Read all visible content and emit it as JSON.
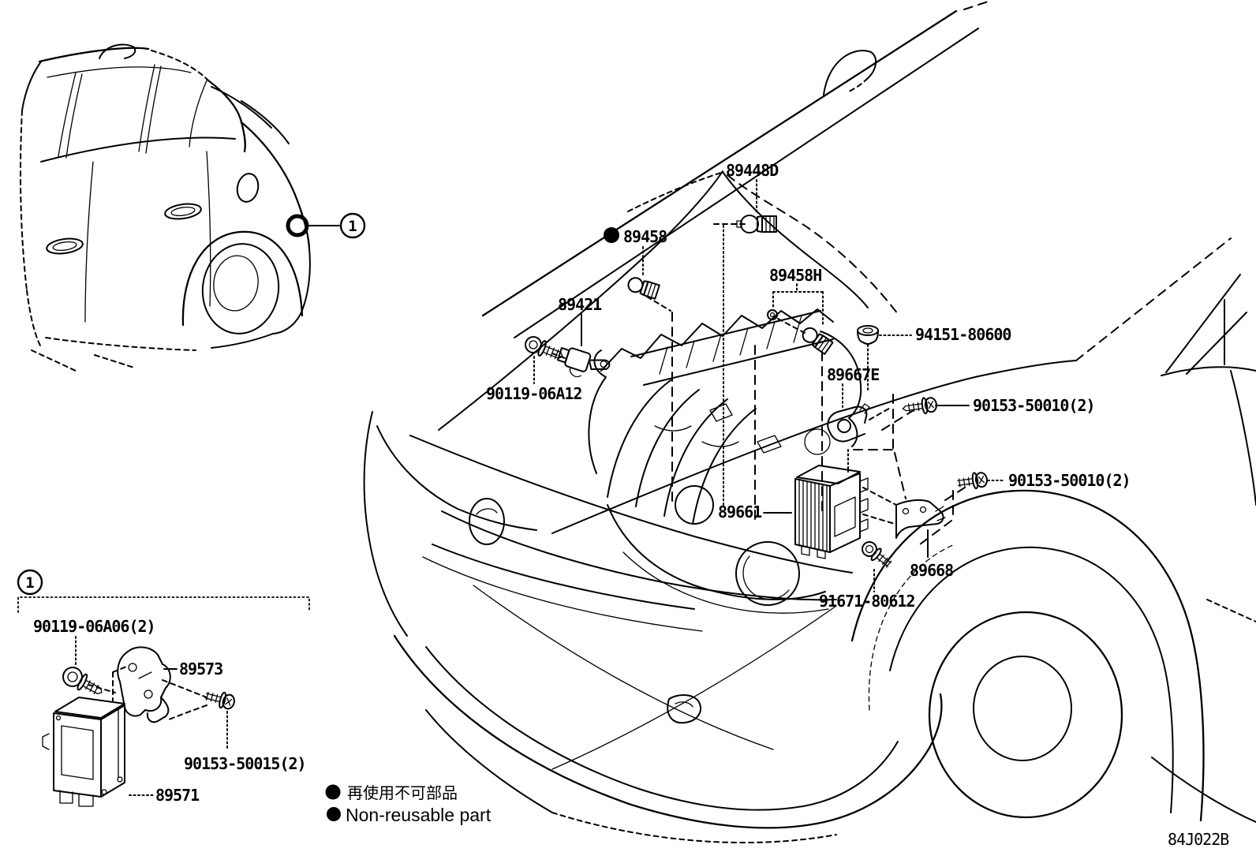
{
  "colors": {
    "line": "#000000",
    "background": "#ffffff"
  },
  "figure": {
    "code": "84J022B"
  },
  "callouts": {
    "detail_ref": "1"
  },
  "legend": {
    "non_reusable_jp": "再使用不可部品",
    "non_reusable_en": "Non-reusable part"
  },
  "parts": [
    {
      "number": "89448D"
    },
    {
      "number": "89458",
      "non_reusable": true
    },
    {
      "number": "89458H"
    },
    {
      "number": "89421"
    },
    {
      "number": "90119-06A12"
    },
    {
      "number": "94151-80600"
    },
    {
      "number": "89667E"
    },
    {
      "number": "90153-50010(2)"
    },
    {
      "number": "90153-50010(2)"
    },
    {
      "number": "89661"
    },
    {
      "number": "89668"
    },
    {
      "number": "91671-80612"
    },
    {
      "number": "90119-06A06(2)"
    },
    {
      "number": "89573"
    },
    {
      "number": "90153-50015(2)"
    },
    {
      "number": "89571"
    }
  ]
}
